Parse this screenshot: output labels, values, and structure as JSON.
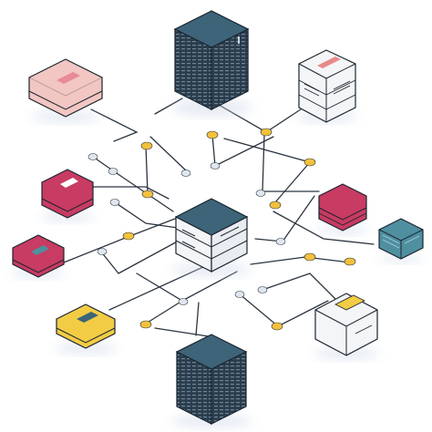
{
  "colors": {
    "navy_top": "#3d6478",
    "navy_side": "#2b3d4d",
    "white_box": "#f4f5f7",
    "pink": "#f2c6c2",
    "magenta": "#c83b62",
    "yellow": "#f3cc45",
    "teal": "#4f8fa0",
    "node_yellow": "#f2c13c",
    "node_grey": "#dfe6ee",
    "line": "#2b3440"
  },
  "nodes": [
    {
      "id": "tower-server-top",
      "kind": "tower",
      "color": "navy"
    },
    {
      "id": "tower-server-bottom",
      "kind": "tower",
      "color": "navy"
    },
    {
      "id": "center-server",
      "kind": "stack",
      "color": "white"
    },
    {
      "id": "document-box-top-right",
      "kind": "stack",
      "color": "white"
    },
    {
      "id": "document-box-bottom-right",
      "kind": "stack",
      "color": "white"
    },
    {
      "id": "pink-box-top-left",
      "kind": "box",
      "color": "pink"
    },
    {
      "id": "magenta-box-left",
      "kind": "box",
      "color": "magenta"
    },
    {
      "id": "pink-box-lower-left",
      "kind": "box",
      "color": "magenta"
    },
    {
      "id": "yellow-box-bottom-left",
      "kind": "box",
      "color": "yellow"
    },
    {
      "id": "magenta-box-right",
      "kind": "box",
      "color": "magenta"
    },
    {
      "id": "teal-box-far-right",
      "kind": "box",
      "color": "teal"
    }
  ]
}
